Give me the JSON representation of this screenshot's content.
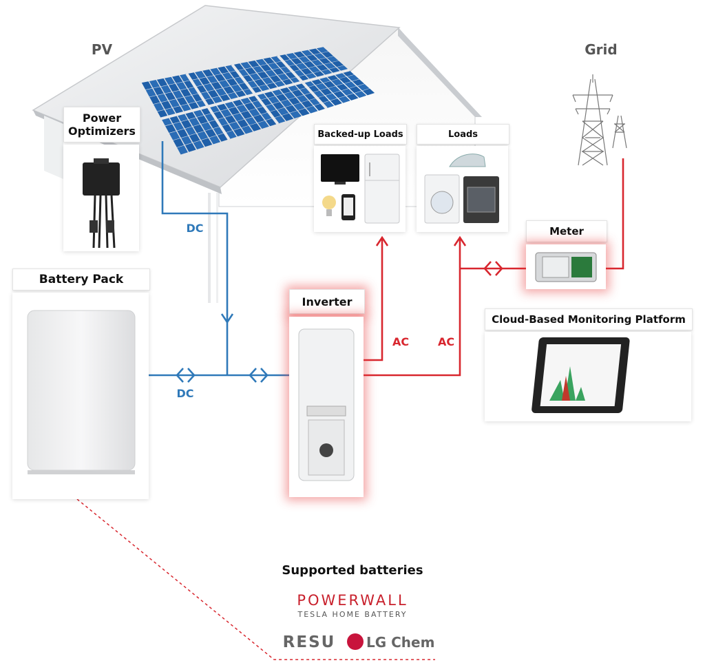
{
  "labels": {
    "pv": "PV",
    "grid": "Grid",
    "power_optimizers_line1": "Power",
    "power_optimizers_line2": "Optimizers",
    "backed_up_loads": "Backed-up Loads",
    "loads": "Loads",
    "meter": "Meter",
    "battery_pack": "Battery Pack",
    "inverter": "Inverter",
    "cloud_monitoring": "Cloud-Based Monitoring Platform",
    "dc_top": "DC",
    "dc_bottom": "DC",
    "ac_left": "AC",
    "ac_right": "AC"
  },
  "supported": {
    "heading": "Supported batteries",
    "powerwall": "POWERWALL",
    "powerwall_sub": "TESLA HOME BATTERY",
    "resu": "RESU",
    "lgchem": "LG Chem"
  },
  "colors": {
    "dc_line": "#2f79b9",
    "ac_line": "#d8262e",
    "solar_panel": "#1f5fa8",
    "roof": "#e9eaec"
  }
}
